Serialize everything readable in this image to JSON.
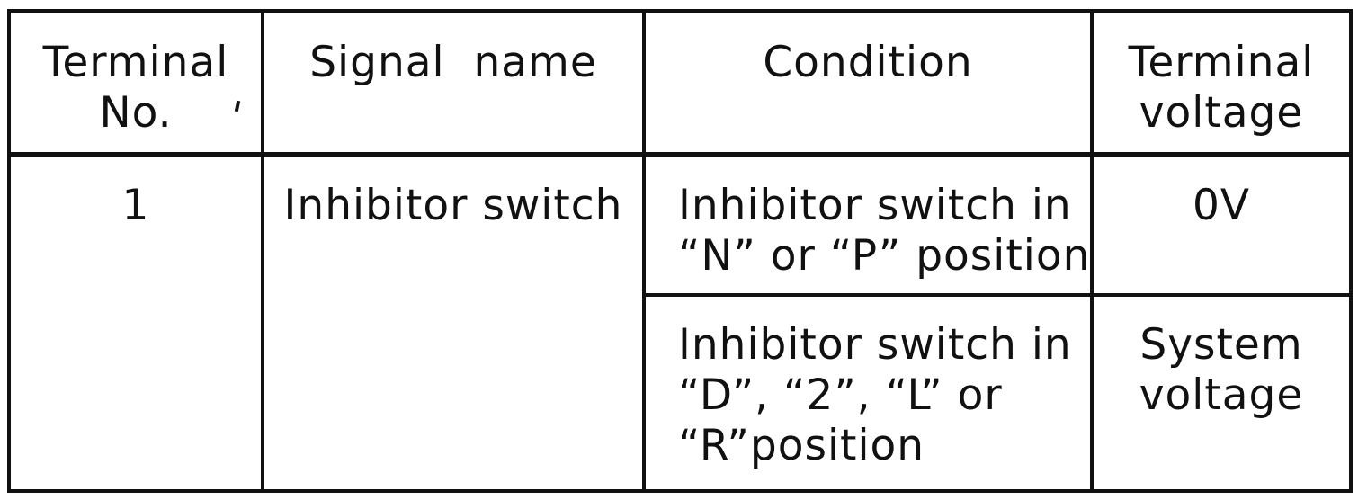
{
  "table": {
    "headers": {
      "terminal_no": [
        "Terminal",
        "No."
      ],
      "signal_name": "Signal  name",
      "condition": "Condition",
      "terminal_voltage": [
        "Terminal",
        "voltage"
      ]
    },
    "rows": [
      {
        "terminal_no": "1",
        "signal_name": "Inhibitor switch",
        "condition": [
          "Inhibitor switch in",
          "“N” or “P” position"
        ],
        "terminal_voltage": [
          "0V"
        ]
      },
      {
        "condition": [
          "Inhibitor switch in",
          "“D”, “2”, “L” or",
          "“R”position"
        ],
        "terminal_voltage": [
          "System",
          "voltage"
        ]
      }
    ]
  }
}
